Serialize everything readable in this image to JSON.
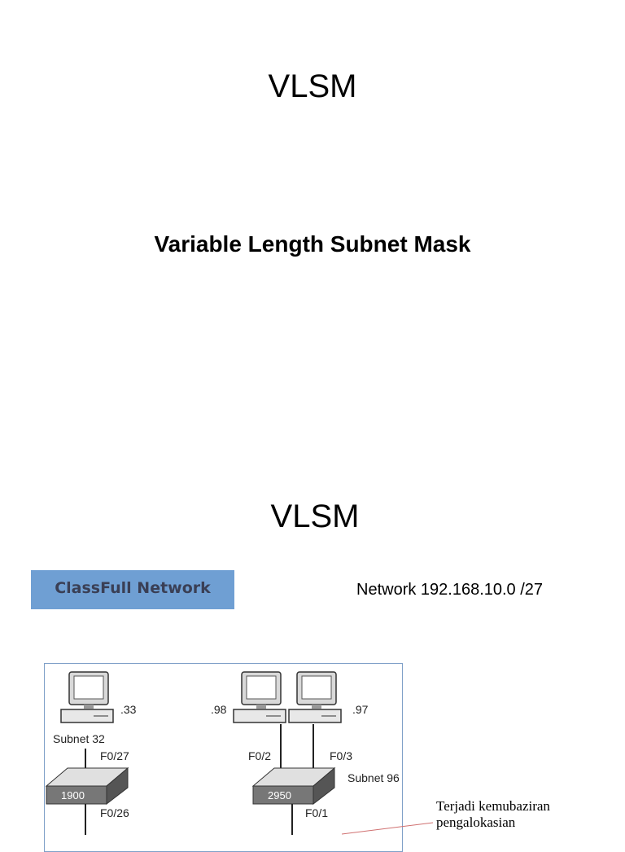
{
  "slides": [
    {
      "title": "VLSM",
      "subtitle": "Variable Length Subnet Mask"
    },
    {
      "title": "VLSM",
      "banner": "ClassFull Network",
      "network": "Network 192.168.10.0 /27",
      "diagram": {
        "left_host_ip": ".33",
        "left_subnet": "Subnet 32",
        "left_port_top": "F0/27",
        "left_switch": "1900",
        "left_port_bottom": "F0/26",
        "mid_host_ip_1": ".98",
        "mid_host_ip_2": ".97",
        "mid_port_1": "F0/2",
        "mid_port_2": "F0/3",
        "mid_subnet": "Subnet 96",
        "mid_switch": "2950",
        "mid_port_bottom": "F0/1"
      },
      "note_line1": "Terjadi kemubaziran",
      "note_line2": "pengalokasian"
    }
  ]
}
